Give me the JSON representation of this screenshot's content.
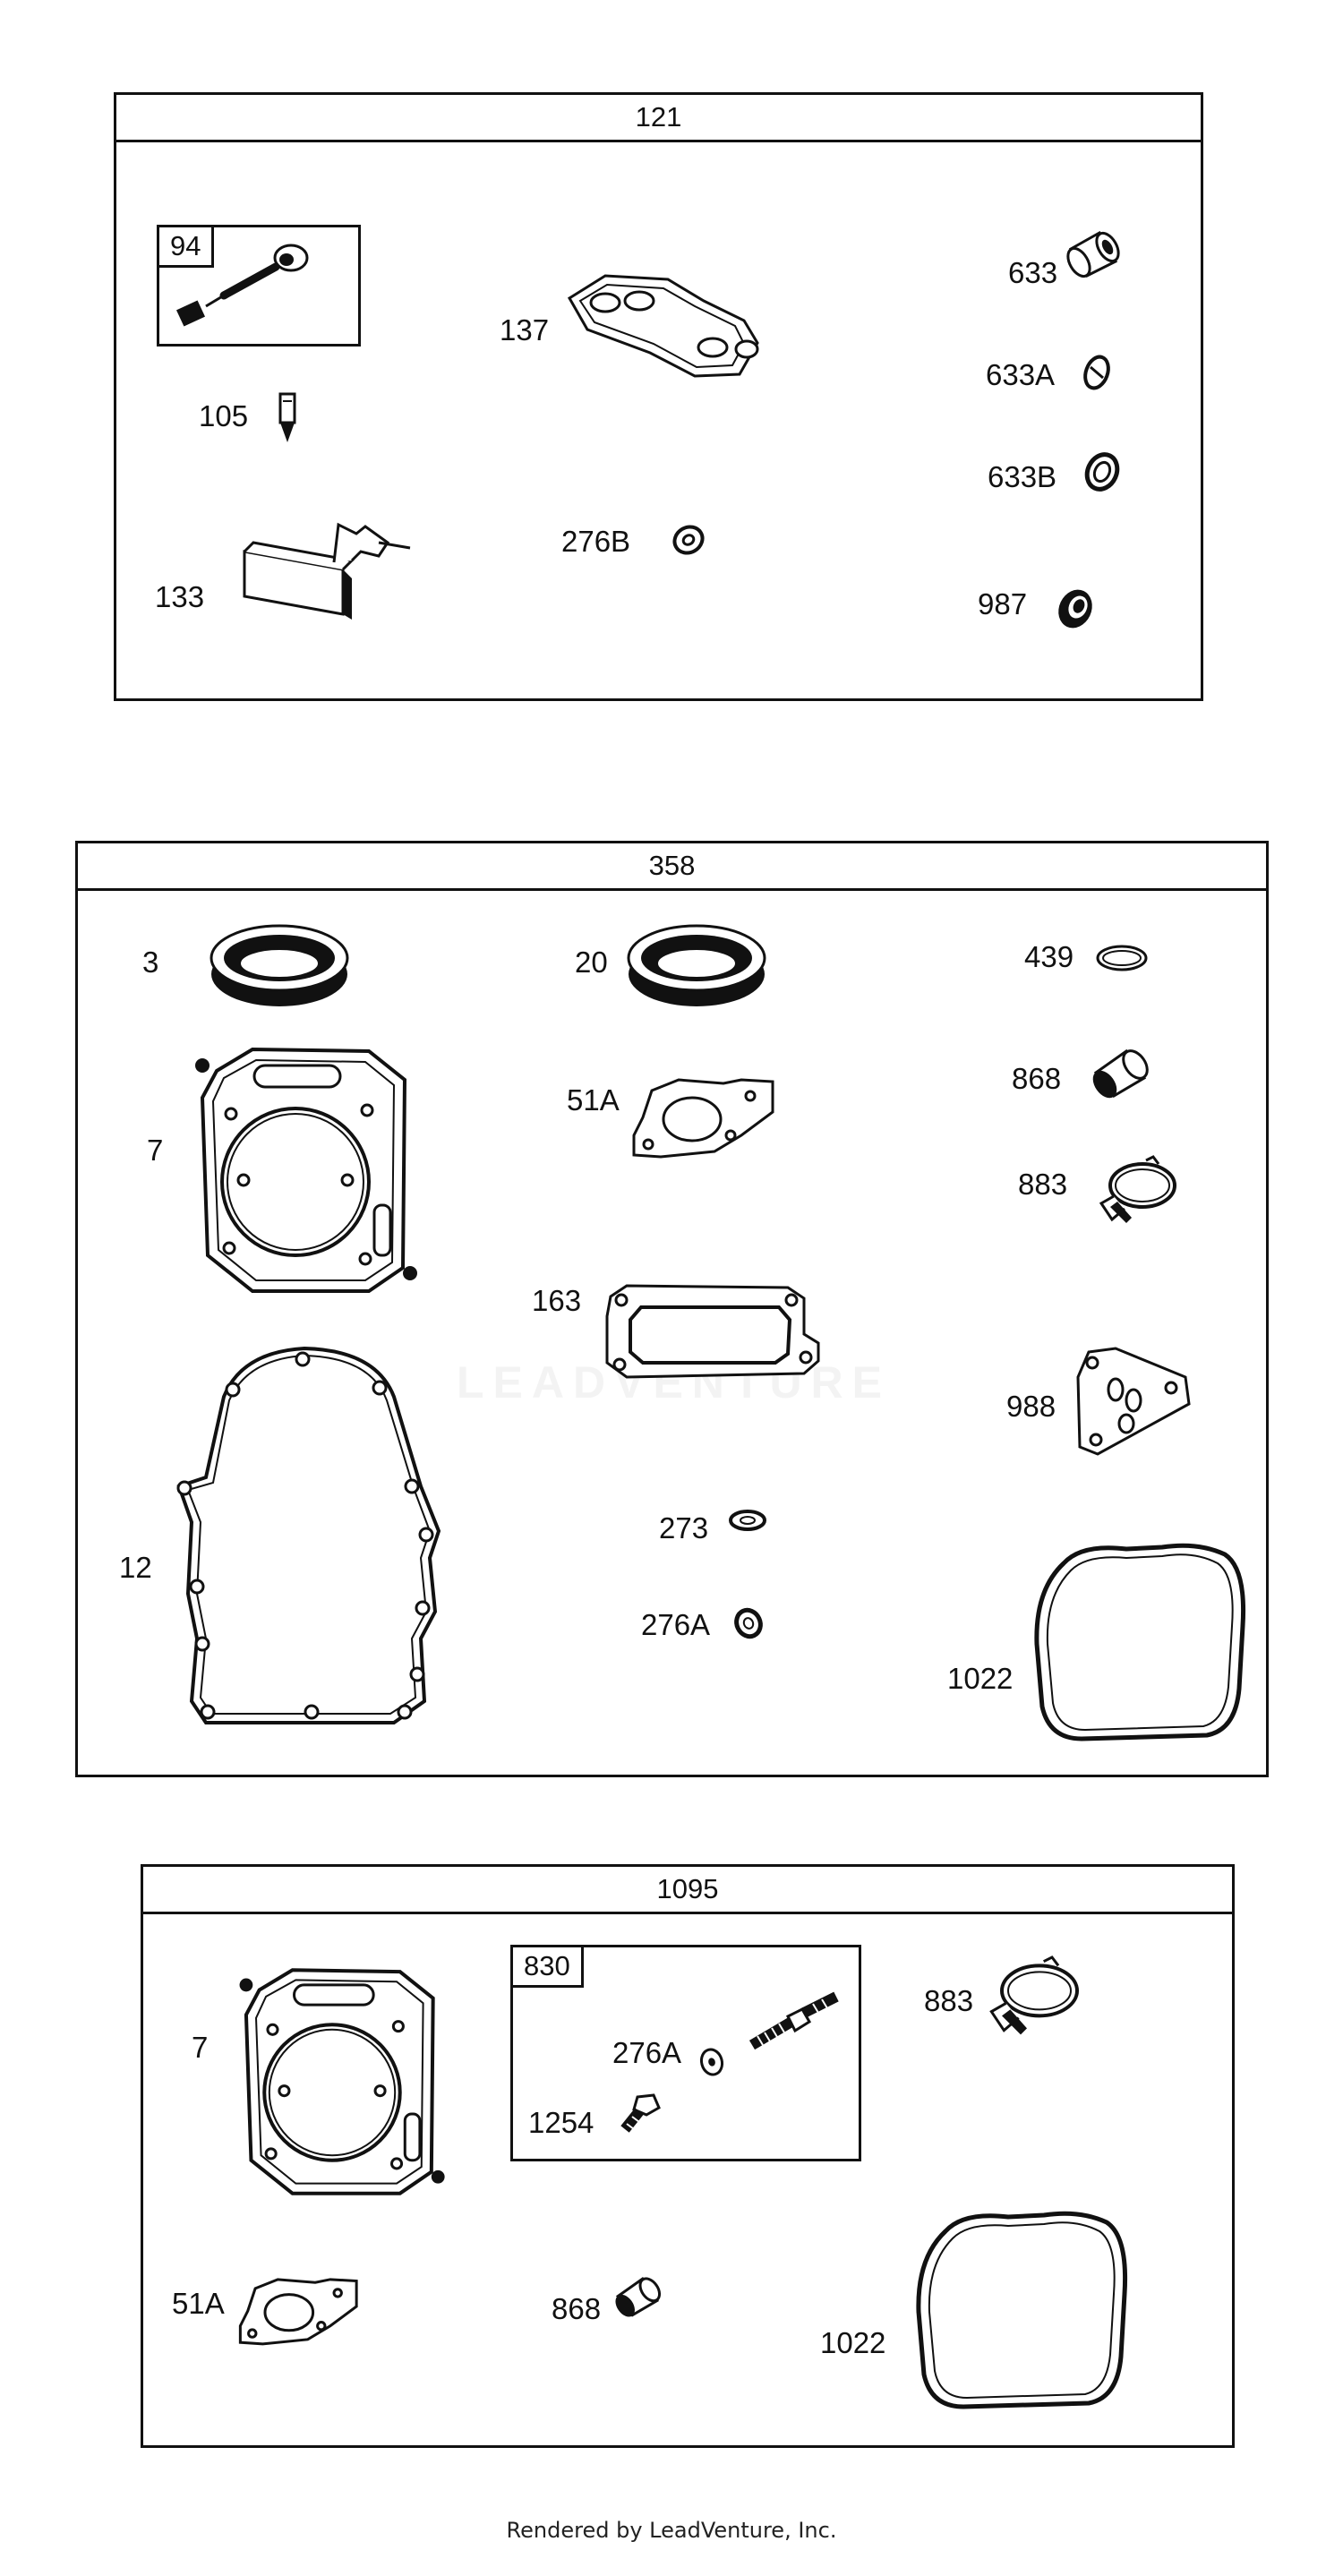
{
  "kits": [
    {
      "id": "121",
      "parts": [
        {
          "key": "p94",
          "label": "94",
          "icon": "needle-valve-icon"
        },
        {
          "key": "p105",
          "label": "105",
          "icon": "jet-icon"
        },
        {
          "key": "p133",
          "label": "133",
          "icon": "bracket-icon"
        },
        {
          "key": "p137",
          "label": "137",
          "icon": "carburetor-gasket-icon"
        },
        {
          "key": "p276b",
          "label": "276B",
          "icon": "washer-icon"
        },
        {
          "key": "p633",
          "label": "633",
          "icon": "bushing-icon"
        },
        {
          "key": "p633a",
          "label": "633A",
          "icon": "ring-icon"
        },
        {
          "key": "p633b",
          "label": "633B",
          "icon": "seal-ring-icon"
        },
        {
          "key": "p987",
          "label": "987",
          "icon": "seal-icon"
        }
      ]
    },
    {
      "id": "358",
      "parts": [
        {
          "key": "p3",
          "label": "3",
          "icon": "oil-seal-icon"
        },
        {
          "key": "p20",
          "label": "20",
          "icon": "oil-seal-icon"
        },
        {
          "key": "p439",
          "label": "439",
          "icon": "o-ring-icon"
        },
        {
          "key": "p7",
          "label": "7",
          "icon": "cylinder-head-gasket-icon"
        },
        {
          "key": "p51a",
          "label": "51A",
          "icon": "intake-gasket-icon"
        },
        {
          "key": "p868",
          "label": "868",
          "icon": "bushing-icon"
        },
        {
          "key": "p883",
          "label": "883",
          "icon": "clip-icon"
        },
        {
          "key": "p163",
          "label": "163",
          "icon": "manifold-gasket-icon"
        },
        {
          "key": "p988",
          "label": "988",
          "icon": "plate-gasket-icon"
        },
        {
          "key": "p12",
          "label": "12",
          "icon": "crankcase-gasket-icon"
        },
        {
          "key": "p273",
          "label": "273",
          "icon": "washer-icon"
        },
        {
          "key": "p276a",
          "label": "276A",
          "icon": "washer-icon"
        },
        {
          "key": "p1022",
          "label": "1022",
          "icon": "valve-cover-gasket-icon"
        }
      ]
    },
    {
      "id": "1095",
      "subkit": {
        "id": "830",
        "parts": [
          {
            "key": "p276a",
            "label": "276A",
            "icon": "washer-icon"
          },
          {
            "key": "p1254",
            "label": "1254",
            "icon": "screw-icon"
          }
        ]
      },
      "parts": [
        {
          "key": "p7",
          "label": "7",
          "icon": "cylinder-head-gasket-icon"
        },
        {
          "key": "p883",
          "label": "883",
          "icon": "clip-icon"
        },
        {
          "key": "p51a",
          "label": "51A",
          "icon": "intake-gasket-icon"
        },
        {
          "key": "p868",
          "label": "868",
          "icon": "bushing-icon"
        },
        {
          "key": "p1022",
          "label": "1022",
          "icon": "valve-cover-gasket-icon"
        }
      ]
    }
  ],
  "watermark": "LEADVENTURE",
  "footer": "Rendered by LeadVenture, Inc."
}
